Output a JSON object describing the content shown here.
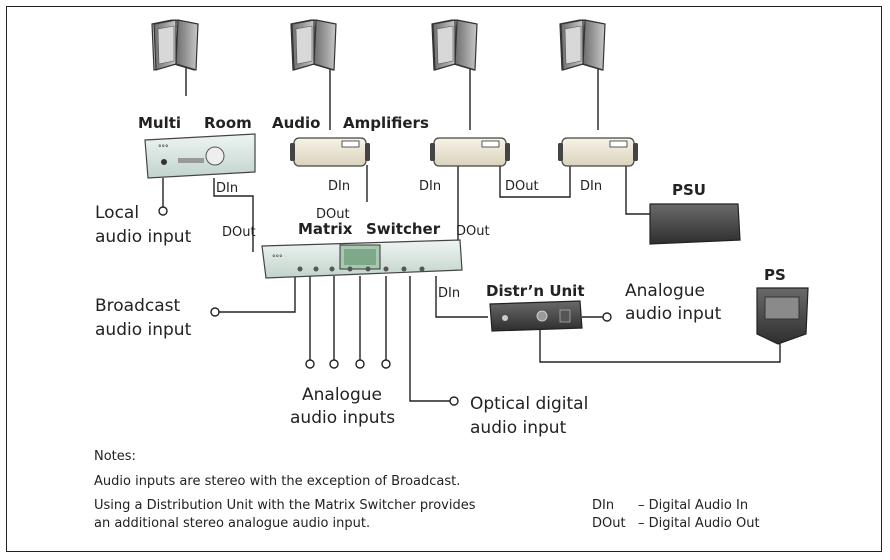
{
  "labels": {
    "multi": "Multi",
    "room": "Room",
    "audio": "Audio",
    "amplifiers": "Amplifiers",
    "psu": "PSU",
    "ps": "PS",
    "matrix": "Matrix",
    "switcher": "Switcher",
    "distr_unit": "Distr’n Unit",
    "din_1": "DIn",
    "din_2": "DIn",
    "din_3": "DIn",
    "din_4": "DIn",
    "din_5": "DIn",
    "dout_1": "DOut",
    "dout_2": "DOut",
    "dout_3": "DOut",
    "dout_4": "DOut"
  },
  "inputs": {
    "local_1": "Local",
    "local_2": "audio input",
    "broadcast_1": "Broadcast",
    "broadcast_2": "audio input",
    "analogue_in_1": "Analogue",
    "analogue_in_2": "audio input",
    "analogue_ins_1": "Analogue",
    "analogue_ins_2": "audio inputs",
    "optical_1": "Optical digital",
    "optical_2": "audio input"
  },
  "notes": {
    "heading": "Notes:",
    "line1": "Audio inputs are stereo with the exception of Broadcast.",
    "line2": "Using a Distribution Unit with the Matrix Switcher provides",
    "line3": "an additional stereo analogue audio input.",
    "legend_din": "DIn",
    "legend_din_desc": "–  Digital Audio In",
    "legend_dout": "DOut",
    "legend_dout_desc": "–  Digital Audio Out"
  }
}
